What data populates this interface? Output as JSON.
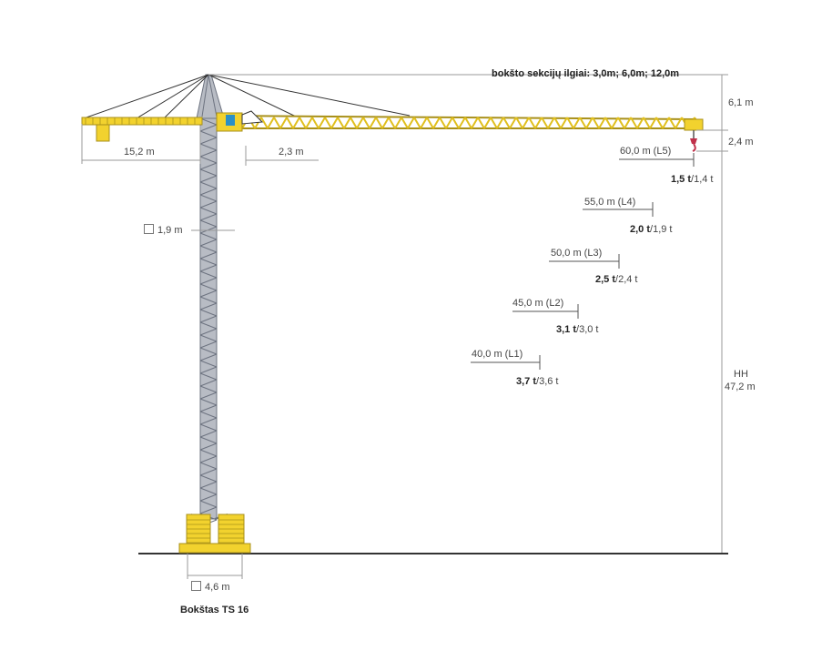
{
  "colors": {
    "crane_yellow": "#f2d22e",
    "crane_outline": "#a8901a",
    "tower_grey": "#b8bcc4",
    "tower_dark": "#6d7380",
    "dimension_line": "#9a9a9a",
    "ground": "#333333",
    "hook_red": "#c0304a",
    "cabin_blue": "#2a8fc7"
  },
  "top_note": "bokšto sekcijų ilgiai: 3,0m; 6,0m; 12,0m",
  "dimensions": {
    "counter_jib": "15,2 m",
    "jib_offset": "2,3 m",
    "tower_width": "1,9 m",
    "base_width": "4,6 m",
    "top_height": "6,1 m",
    "jib_height": "2,4 m",
    "hh_label": "HH",
    "hh_value": "47,2 m"
  },
  "load_points": [
    {
      "radius_label": "60,0 m (L5)",
      "load_bold": "1,5 t",
      "load_rest": "/1,4 t"
    },
    {
      "radius_label": "55,0 m (L4)",
      "load_bold": "2,0 t",
      "load_rest": "/1,9 t"
    },
    {
      "radius_label": "50,0 m (L3)",
      "load_bold": "2,5 t",
      "load_rest": "/2,4 t"
    },
    {
      "radius_label": "45,0 m (L2)",
      "load_bold": "3,1 t",
      "load_rest": "/3,0 t"
    },
    {
      "radius_label": "40,0 m (L1)",
      "load_bold": "3,7 t",
      "load_rest": "/3,6 t"
    }
  ],
  "tower_title": "Bokštas TS 16"
}
